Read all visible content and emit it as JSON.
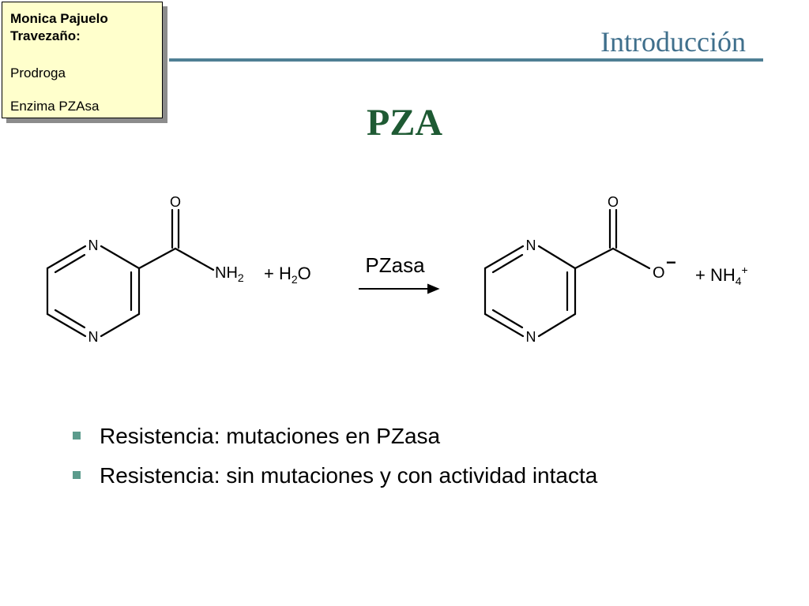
{
  "note": {
    "author": "Monica Pajuelo Travezaño:",
    "line1": "Prodroga",
    "line2": "Enzima PZAsa"
  },
  "header": {
    "section_title": "Introducción",
    "slide_title": "PZA"
  },
  "reaction": {
    "reactant": {
      "carbonyl_o": "O",
      "ring_n_top": "N",
      "ring_n_bottom": "N",
      "amine": "NH",
      "amine_sub": "2"
    },
    "water": {
      "plus": "+ H",
      "sub": "2",
      "tail": "O"
    },
    "enzyme": "PZasa",
    "product": {
      "carbonyl_o": "O",
      "ring_n_top": "N",
      "ring_n_bottom": "N",
      "oxide": "O",
      "oxide_charge": "−"
    },
    "ammonium": {
      "plus": "+ NH",
      "sub": "4",
      "sup": "+"
    }
  },
  "bullets": [
    "Resistencia: mutaciones en PZasa",
    "Resistencia: sin mutaciones y con actividad intacta"
  ],
  "colors": {
    "section_title": "#3f6f8c",
    "slide_title": "#1e5a33",
    "rule": "#4f7f94",
    "bullet": "#5b9b8c",
    "note_bg": "#ffffcc"
  }
}
